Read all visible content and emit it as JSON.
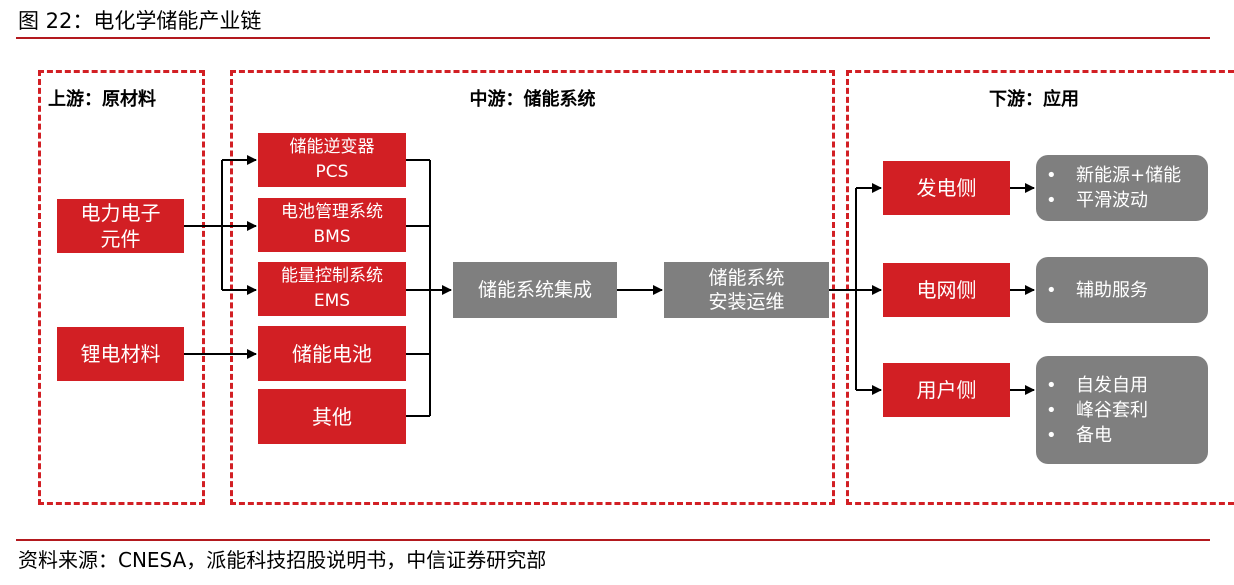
{
  "header": {
    "title": "图 22：电化学储能产业链"
  },
  "footer": {
    "source": "资料来源：CNESA，派能科技招股说明书，中信证券研究部"
  },
  "zones": {
    "upstream": "上游：原材料",
    "midstream": "中游：储能系统",
    "downstream": "下游：应用"
  },
  "upstream_nodes": [
    {
      "lines": [
        "电力电子",
        "元件"
      ]
    },
    {
      "lines": [
        "锂电材料"
      ]
    }
  ],
  "midstream_components": [
    {
      "lines": [
        "储能逆变器",
        "PCS"
      ]
    },
    {
      "lines": [
        "电池管理系统",
        "BMS"
      ]
    },
    {
      "lines": [
        "能量控制系统",
        "EMS"
      ]
    },
    {
      "lines": [
        "储能电池"
      ]
    },
    {
      "lines": [
        "其他"
      ]
    }
  ],
  "midstream_process": [
    {
      "lines": [
        "储能系统集成"
      ]
    },
    {
      "lines": [
        "储能系统",
        "安装运维"
      ]
    }
  ],
  "downstream_sides": [
    {
      "label": "发电侧",
      "items": [
        "新能源+储能",
        "平滑波动"
      ]
    },
    {
      "label": "电网侧",
      "items": [
        "辅助服务"
      ]
    },
    {
      "label": "用户侧",
      "items": [
        "自发自用",
        "峰谷套利",
        "备电"
      ]
    }
  ],
  "bullet_symbol": "•",
  "colors": {
    "accent_red": "#d21f24",
    "rule_red": "#b3191e",
    "box_gray": "#7f7f7f"
  }
}
